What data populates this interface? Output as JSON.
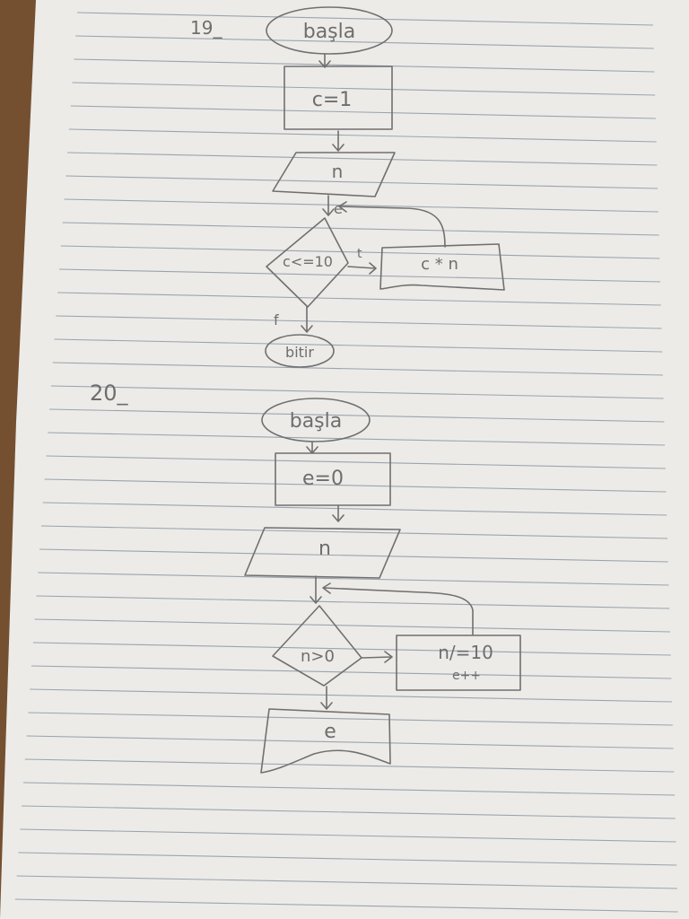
{
  "page": {
    "colors": {
      "paper": "#ecebe8",
      "ink": "#707070",
      "rule": "#9aa4ad",
      "desk": "#6b4a2e"
    }
  },
  "problem19": {
    "number": "19_",
    "start": "başla",
    "init": "c=1",
    "input": "n",
    "loop_marker": "e",
    "condition": "c<=10",
    "true_label": "t",
    "output": "c * n",
    "false_label": "f",
    "end": "bitir"
  },
  "problem20": {
    "number": "20_",
    "start": "başla",
    "init": "e=0",
    "input": "n",
    "condition": "n>0",
    "process_line1": "n/=10",
    "process_line2": "e++",
    "output": "e"
  }
}
